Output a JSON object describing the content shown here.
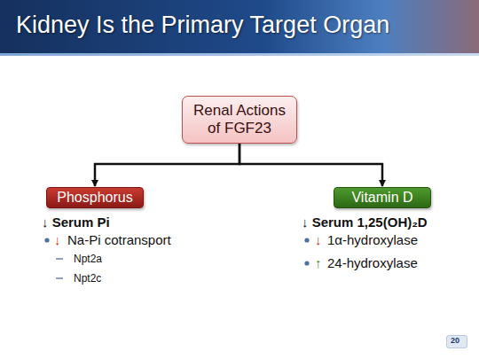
{
  "diagram": {
    "title": "Kidney Is the Primary Target Organ",
    "nodes": [
      {
        "text": [
          "Renal Actions of FGF23"
        ]
      },
      {
        "text": [
          "Phosphorus"
        ]
      },
      {
        "text": [
          "Vitamin D"
        ]
      }
    ],
    "edges": [
      {
        "from": 0,
        "to": 1,
        "arrow": "to"
      },
      {
        "from": 0,
        "to": 2,
        "arrow": "to"
      }
    ],
    "labels": [
      "↓ Serum Pi",
      "↓",
      "Na-Pi cotransport",
      "Npt2a",
      "Npt2c",
      "↓ Serum 1,25(OH)₂D",
      "↓",
      "1α-hydroxylase",
      "↑",
      "24-hydroxylase",
      "20"
    ]
  }
}
